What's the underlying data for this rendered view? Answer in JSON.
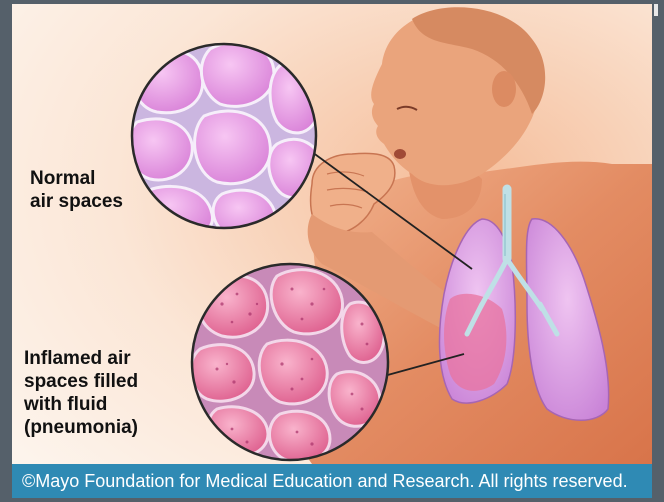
{
  "labels": {
    "normal": "Normal\nair spaces",
    "inflamed": "Inflamed air\nspaces filled\nwith fluid\n(pneumonia)"
  },
  "copyright": "©Mayo Foundation for Medical Education and Research.  All rights reserved.",
  "colors": {
    "skin": "#e79a72",
    "background": "#f7e1cf",
    "normal_alveoli": "#e79be3",
    "inflamed_alveoli": "#e8739f",
    "lung": "#d98ee5",
    "bar": "#2f8ab4"
  }
}
